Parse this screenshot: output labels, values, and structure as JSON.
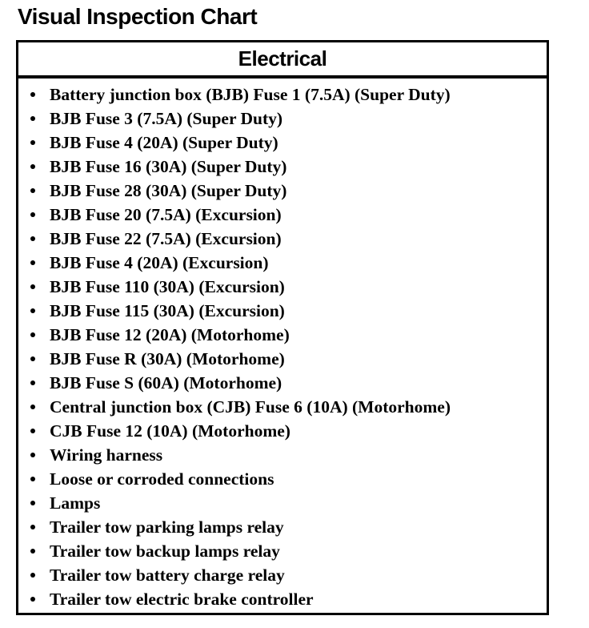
{
  "page": {
    "title": "Visual Inspection Chart"
  },
  "table": {
    "header": "Electrical",
    "items": [
      "Battery junction box (BJB) Fuse 1 (7.5A) (Super Duty)",
      "BJB Fuse 3 (7.5A) (Super Duty)",
      "BJB Fuse 4 (20A) (Super Duty)",
      "BJB Fuse 16 (30A) (Super Duty)",
      "BJB Fuse 28 (30A) (Super Duty)",
      "BJB Fuse 20 (7.5A) (Excursion)",
      "BJB Fuse 22 (7.5A) (Excursion)",
      "BJB Fuse 4 (20A) (Excursion)",
      "BJB Fuse 110 (30A) (Excursion)",
      "BJB Fuse 115 (30A) (Excursion)",
      "BJB Fuse 12 (20A) (Motorhome)",
      "BJB Fuse R (30A) (Motorhome)",
      "BJB Fuse S (60A) (Motorhome)",
      "Central junction box (CJB) Fuse 6 (10A) (Motorhome)",
      "CJB Fuse 12 (10A) (Motorhome)",
      "Wiring harness",
      "Loose or corroded connections",
      "Lamps",
      "Trailer tow parking lamps relay",
      "Trailer tow backup lamps relay",
      "Trailer tow battery charge relay",
      "Trailer tow electric brake controller"
    ]
  },
  "colors": {
    "ink": "#000000",
    "paper": "#ffffff"
  }
}
